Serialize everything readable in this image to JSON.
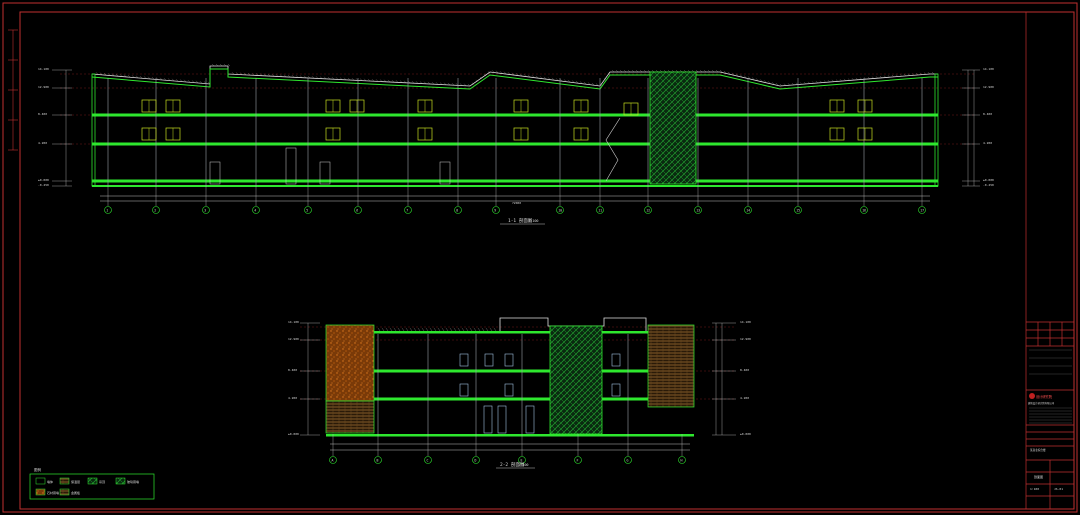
{
  "colors": {
    "background": "#000000",
    "frame": "#c03030",
    "slab": "#2ee82e",
    "wall": "#3a6a4a",
    "window": "#c8e020",
    "text": "#d8d8d8",
    "hatch_orange": "#c06010",
    "hatch_green": "#1a8a2a",
    "hatch_tan": "#9a6a30",
    "roof": "#e0e0e0"
  },
  "section_1": {
    "title": "1-1 剖面图",
    "scale": "1:100",
    "grid_labels": [
      "1",
      "2",
      "3",
      "4",
      "5",
      "6",
      "7",
      "8",
      "9",
      "10",
      "11",
      "12",
      "13",
      "14",
      "15",
      "16",
      "17"
    ],
    "total_dim": "72000",
    "level_tags": [
      "14.100",
      "12.900",
      "8.400",
      "4.200",
      "±0.000",
      "-0.450"
    ]
  },
  "section_2": {
    "title": "2-2 剖面图",
    "scale": "1:100",
    "grid_labels": [
      "A",
      "B",
      "C",
      "D",
      "E",
      "F",
      "G",
      "H"
    ],
    "level_tags": [
      "14.100",
      "12.900",
      "8.400",
      "4.200",
      "±0.000"
    ]
  },
  "legend": {
    "title": "图例",
    "items": [
      {
        "label": "墙体"
      },
      {
        "label": "保温层"
      },
      {
        "label": "吊顶"
      },
      {
        "label": "玻璃幕墙"
      },
      {
        "label": "石材幕墙"
      },
      {
        "label": "金属板"
      }
    ]
  },
  "title_block": {
    "logo_text": "设计研究院",
    "company": "建筑设计研究院有限公司",
    "project": "某商业综合楼",
    "drawing_name": "剖面图",
    "drawing_no": "JS-01",
    "sheet": "1:100"
  }
}
